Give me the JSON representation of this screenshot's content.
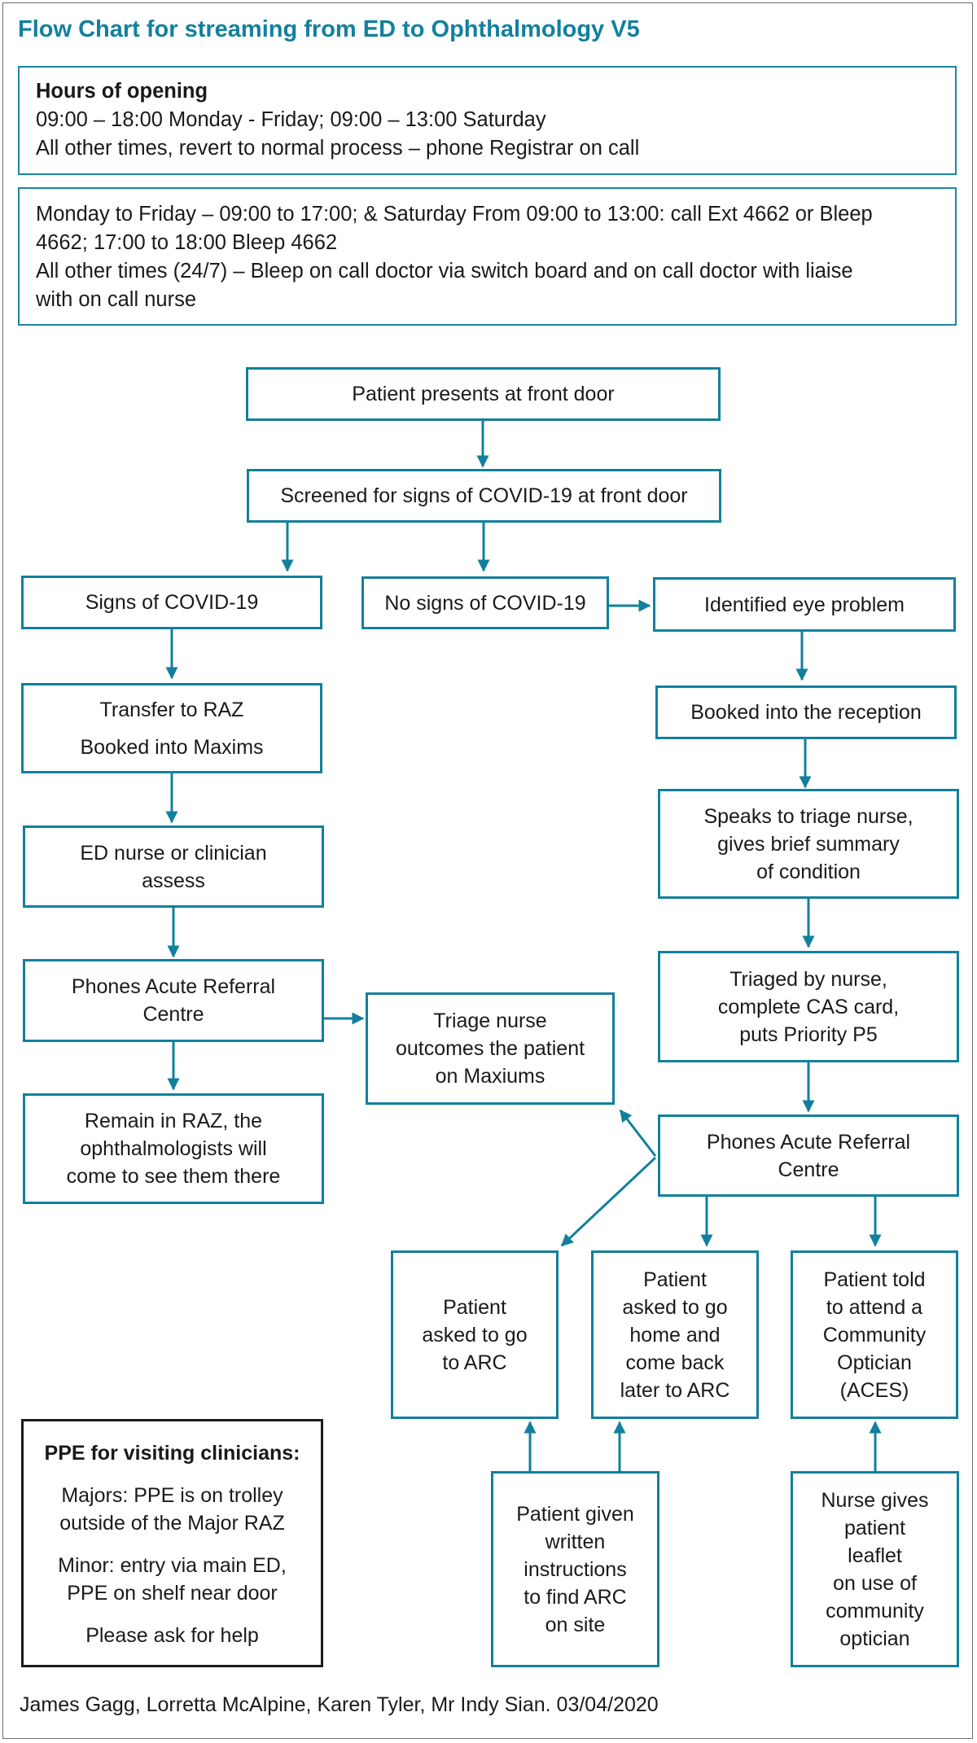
{
  "title": "Flow Chart for streaming from ED to Ophthalmology V5",
  "hours_box": {
    "heading": "Hours of opening",
    "lines": [
      "09:00 – 18:00 Monday - Friday; 09:00 – 13:00 Saturday",
      "All other times, revert to normal process – phone Registrar on call"
    ]
  },
  "contact_box": {
    "lines": [
      "Monday to Friday – 09:00 to 17:00; & Saturday From 09:00 to 13:00: call Ext 4662 or Bleep",
      "4662; 17:00 to 18:00 Bleep 4662",
      "All other times (24/7) – Bleep on call doctor via switch board and on call doctor with liaise",
      "with on call nurse"
    ]
  },
  "nodes": {
    "front_door": [
      "Patient presents at front door"
    ],
    "screened": [
      "Screened for signs of COVID-19 at front door"
    ],
    "signs": [
      "Signs of COVID-19"
    ],
    "no_signs": [
      "No signs of COVID-19"
    ],
    "eye_problem": [
      "Identified eye problem"
    ],
    "raz": [
      "Transfer to RAZ",
      "Booked into Maxims"
    ],
    "booked_reception": [
      "Booked into the reception"
    ],
    "ed_nurse": [
      "ED nurse or clinician",
      "assess"
    ],
    "triage_nurse_speak": [
      "Speaks to triage nurse,",
      "gives brief summary",
      "of condition"
    ],
    "phones_arc_left": [
      "Phones Acute Referral",
      "Centre"
    ],
    "triage_outcomes": [
      "Triage nurse",
      "outcomes the patient",
      "on Maxiums"
    ],
    "triaged_by_nurse": [
      "Triaged by nurse,",
      "complete CAS card,",
      "puts Priority P5"
    ],
    "remain_raz": [
      "Remain in RAZ, the",
      "ophthalmologists will",
      "come to see them there"
    ],
    "phones_arc_right": [
      "Phones Acute Referral",
      "Centre"
    ],
    "go_arc": [
      "Patient",
      "asked to go",
      "to ARC"
    ],
    "home_later": [
      "Patient",
      "asked to go",
      "home and",
      "come back",
      "later to ARC"
    ],
    "community_optician": [
      "Patient told",
      "to attend a",
      "Community",
      "Optician",
      "(ACES)"
    ],
    "written_instructions": [
      "Patient given",
      "written",
      "instructions",
      "to find ARC",
      "on site"
    ],
    "leaflet": [
      "Nurse gives",
      "patient",
      "leaflet",
      "on use of",
      "community",
      "optician"
    ]
  },
  "ppe_box": {
    "heading": "PPE for visiting clinicians:",
    "majors": [
      "Majors: PPE is on trolley",
      "outside of the Major RAZ"
    ],
    "minor": [
      "Minor: entry via main ED,",
      "PPE on shelf near door"
    ],
    "help": "Please ask for help"
  },
  "authors": "James Gagg, Lorretta McAlpine, Karen Tyler, Mr Indy Sian. 03/04/2020",
  "colors": {
    "accent": "#13809e",
    "border": "#1a86a3",
    "ppe_border": "#1a1a1a"
  }
}
